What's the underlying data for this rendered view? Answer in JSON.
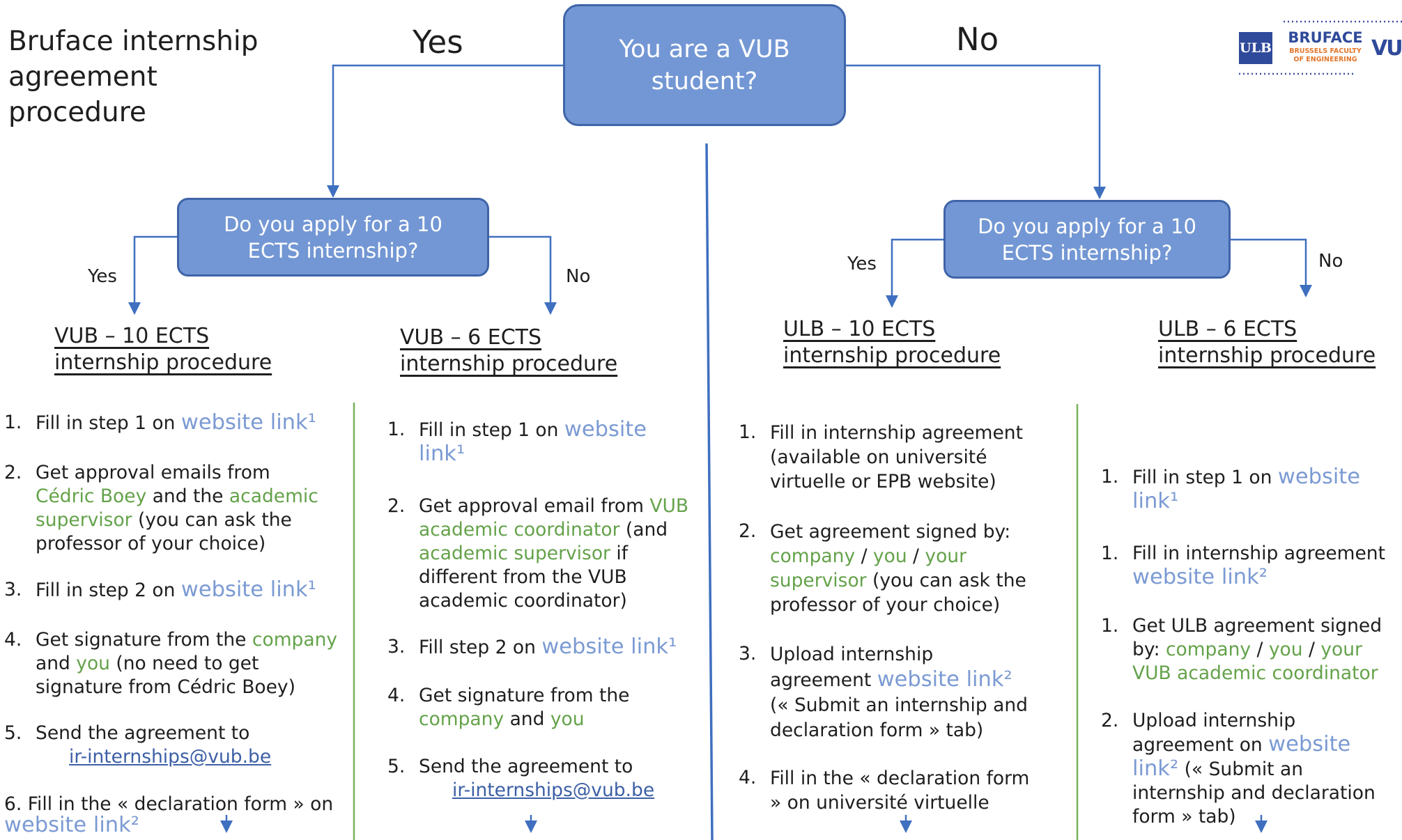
{
  "title": [
    "Bruface internship",
    "agreement",
    "procedure"
  ],
  "question_main": [
    "You are a VUB",
    "student?"
  ],
  "yes_label": "Yes",
  "no_label": "No",
  "question_sub": [
    "Do you apply for a 10",
    "ECTS internship?"
  ],
  "sub_yes": "Yes",
  "sub_no": "No",
  "logo": {
    "left_badge": "ULB",
    "name": "BRUFACE",
    "sub1": "BRUSSELS FACULTY",
    "sub2": "OF ENGINEERING",
    "right_badge": "VUB"
  },
  "procedures": {
    "vub10": {
      "heading": [
        "VUB – 10 ECTS",
        "internship procedure"
      ],
      "s1": {
        "n": "1.",
        "a": "Fill in step 1 on ",
        "link": "website link¹"
      },
      "s2": {
        "n": "2.",
        "a": "Get approval emails from ",
        "g1": "Cédric Boey",
        "b": " and the ",
        "g2": "academic supervisor",
        "c": " (you can ask the professor of your choice)"
      },
      "s3": {
        "n": "3.",
        "a": "Fill in step 2 on ",
        "link": "website link¹"
      },
      "s4": {
        "n": "4.",
        "a": "Get signature from the ",
        "g1": "company",
        "b": " and ",
        "g2": "you",
        "c": " (no need to get signature from Cédric Boey)"
      },
      "s5": {
        "n": "5.",
        "a": "Send the agreement to",
        "email": "ir-internships@vub.be"
      },
      "s6": {
        "a": "6. Fill in the « declaration form » on",
        "link": "website link²"
      }
    },
    "vub6": {
      "heading": [
        "VUB – 6 ECTS",
        "internship procedure"
      ],
      "s1": {
        "n": "1.",
        "a": "Fill in step 1 on ",
        "link": "website link¹"
      },
      "s2": {
        "n": "2.",
        "a": "Get approval email from ",
        "g1": "VUB academic coordinator",
        "b": " (and ",
        "g2": "academic supervisor",
        "c": " if different from the VUB academic coordinator)"
      },
      "s3": {
        "n": "3.",
        "a": "Fill step 2 on ",
        "link": "website link¹"
      },
      "s4": {
        "n": "4.",
        "a": "Get signature from the ",
        "g1": "company",
        "b": " and ",
        "g2": "you"
      },
      "s5": {
        "n": "5.",
        "a": "Send the agreement to",
        "email": "ir-internships@vub.be"
      }
    },
    "ulb10": {
      "heading": [
        "ULB – 10 ECTS",
        "internship procedure"
      ],
      "s1": {
        "n": "1.",
        "a": "Fill in internship agreement (available on université virtuelle or EPB website)"
      },
      "s2": {
        "n": "2.",
        "a": "Get agreement signed by:",
        "g1": "company",
        "sep1": " / ",
        "g2": "you",
        "sep2": " / ",
        "g3": "your supervisor",
        "c": " (you can ask the professor of your choice)"
      },
      "s3": {
        "n": "3.",
        "a": "Upload internship agreement ",
        "link": "website link²",
        "c": "(« Submit an internship and declaration form » tab)"
      },
      "s4": {
        "n": "4.",
        "a": "Fill in the « declaration form » on université virtuelle"
      }
    },
    "ulb6": {
      "heading": [
        "ULB – 6 ECTS",
        "internship procedure"
      ],
      "s1": {
        "n": "1.",
        "a": "Fill in step 1 on ",
        "link": "website link¹"
      },
      "s2": {
        "n": "1.",
        "a": "Fill in internship agreement ",
        "link": "website link²"
      },
      "s3": {
        "n": "1.",
        "a": "Get ULB agreement signed by: ",
        "g1": "company",
        "sep1": " / ",
        "g2": "you",
        "sep2": " / ",
        "g3": "your VUB academic coordinator"
      },
      "s4": {
        "n": "2.",
        "a": "Upload internship agreement on ",
        "link": "website link²",
        "c": " (« Submit an internship and declaration form » tab)"
      }
    }
  },
  "colors": {
    "box_fill": "#7397d4",
    "box_border": "#3f64a8",
    "arrow": "#3f6fbf",
    "link": "#7b9ad3",
    "green": "#64a24a",
    "divider_green": "#7ab15a"
  }
}
